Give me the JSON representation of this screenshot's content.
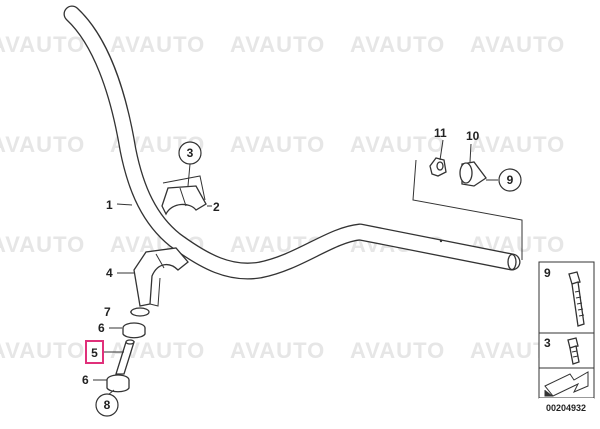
{
  "watermark": "AVAUTO",
  "diagram_code": "00204932",
  "callouts": [
    {
      "id": "c1",
      "label": "1"
    },
    {
      "id": "c2",
      "label": "2"
    },
    {
      "id": "c3",
      "label": "3"
    },
    {
      "id": "c4",
      "label": "4"
    },
    {
      "id": "c5",
      "label": "5"
    },
    {
      "id": "c6a",
      "label": "6"
    },
    {
      "id": "c6b",
      "label": "6"
    },
    {
      "id": "c7",
      "label": "7"
    },
    {
      "id": "c8",
      "label": "8"
    },
    {
      "id": "c9",
      "label": "9"
    },
    {
      "id": "c10",
      "label": "10"
    },
    {
      "id": "c11",
      "label": "11"
    }
  ],
  "legend": [
    {
      "label": "9"
    },
    {
      "label": "3"
    }
  ],
  "colors": {
    "highlight": "#e0307a",
    "line": "#333333",
    "watermark": "#e6e6e6"
  }
}
